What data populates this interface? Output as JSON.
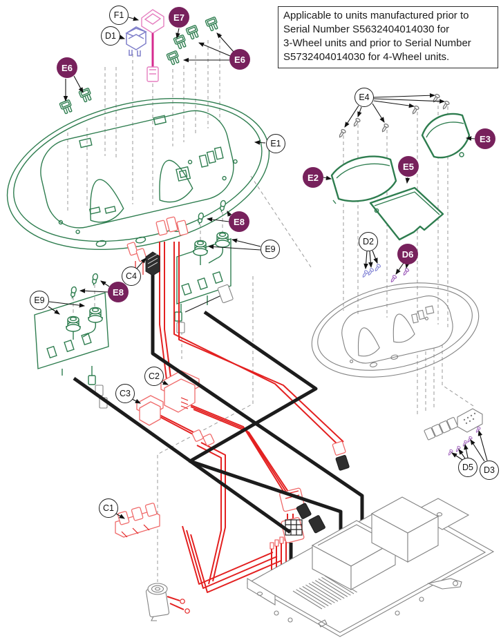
{
  "note": {
    "lines": [
      "Applicable to units manufactured prior to",
      "Serial Number S5632404014030 for",
      "3-Wheel units and prior to Serial Number",
      "S5732404014030 for 4-Wheel units."
    ]
  },
  "colors": {
    "badge_plum": "#77215c",
    "diagram_green": "#2e7d4f",
    "wire_red": "#e32020",
    "wire_black": "#1c1c1c",
    "wire_pink": "#d62b8f",
    "switch_blue": "#7f7fca",
    "screw_blue": "#8486d6",
    "screw_purple": "#9a57b8",
    "part_gray": "#828282"
  },
  "callouts": {
    "circles": [
      {
        "id": "F1",
        "label": "F1"
      },
      {
        "id": "D1",
        "label": "D1"
      },
      {
        "id": "E1",
        "label": "E1"
      },
      {
        "id": "E4",
        "label": "E4"
      },
      {
        "id": "D2",
        "label": "D2"
      },
      {
        "id": "E9-right",
        "label": "E9"
      },
      {
        "id": "C4",
        "label": "C4"
      },
      {
        "id": "E9-left",
        "label": "E9"
      },
      {
        "id": "C2",
        "label": "C2"
      },
      {
        "id": "C3",
        "label": "C3"
      },
      {
        "id": "C1",
        "label": "C1"
      },
      {
        "id": "D5",
        "label": "D5"
      },
      {
        "id": "D3",
        "label": "D3"
      }
    ],
    "badges": [
      {
        "id": "E7",
        "label": "E7"
      },
      {
        "id": "E6-right",
        "label": "E6"
      },
      {
        "id": "E6-left",
        "label": "E6"
      },
      {
        "id": "E2",
        "label": "E2"
      },
      {
        "id": "E3",
        "label": "E3"
      },
      {
        "id": "E5",
        "label": "E5"
      },
      {
        "id": "E8-right",
        "label": "E8"
      },
      {
        "id": "E8-left",
        "label": "E8"
      },
      {
        "id": "D6",
        "label": "D6"
      }
    ]
  }
}
